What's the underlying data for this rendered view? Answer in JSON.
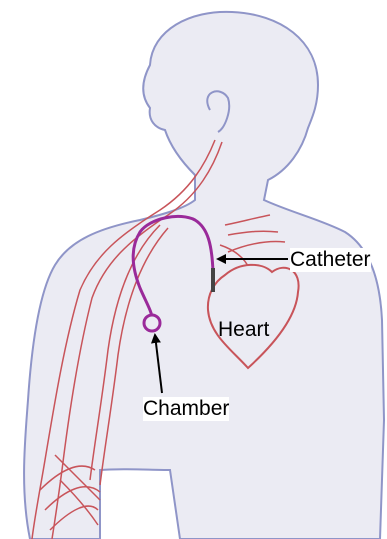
{
  "labels": {
    "catheter": "Catheter",
    "heart": "Heart",
    "chamber": "Chamber"
  },
  "colors": {
    "body_fill": "#ebebf3",
    "body_outline": "#8f95c8",
    "vessel": "#c8545a",
    "catheter": "#9a2a9a",
    "tip": "#444444",
    "arrow": "#000000"
  }
}
